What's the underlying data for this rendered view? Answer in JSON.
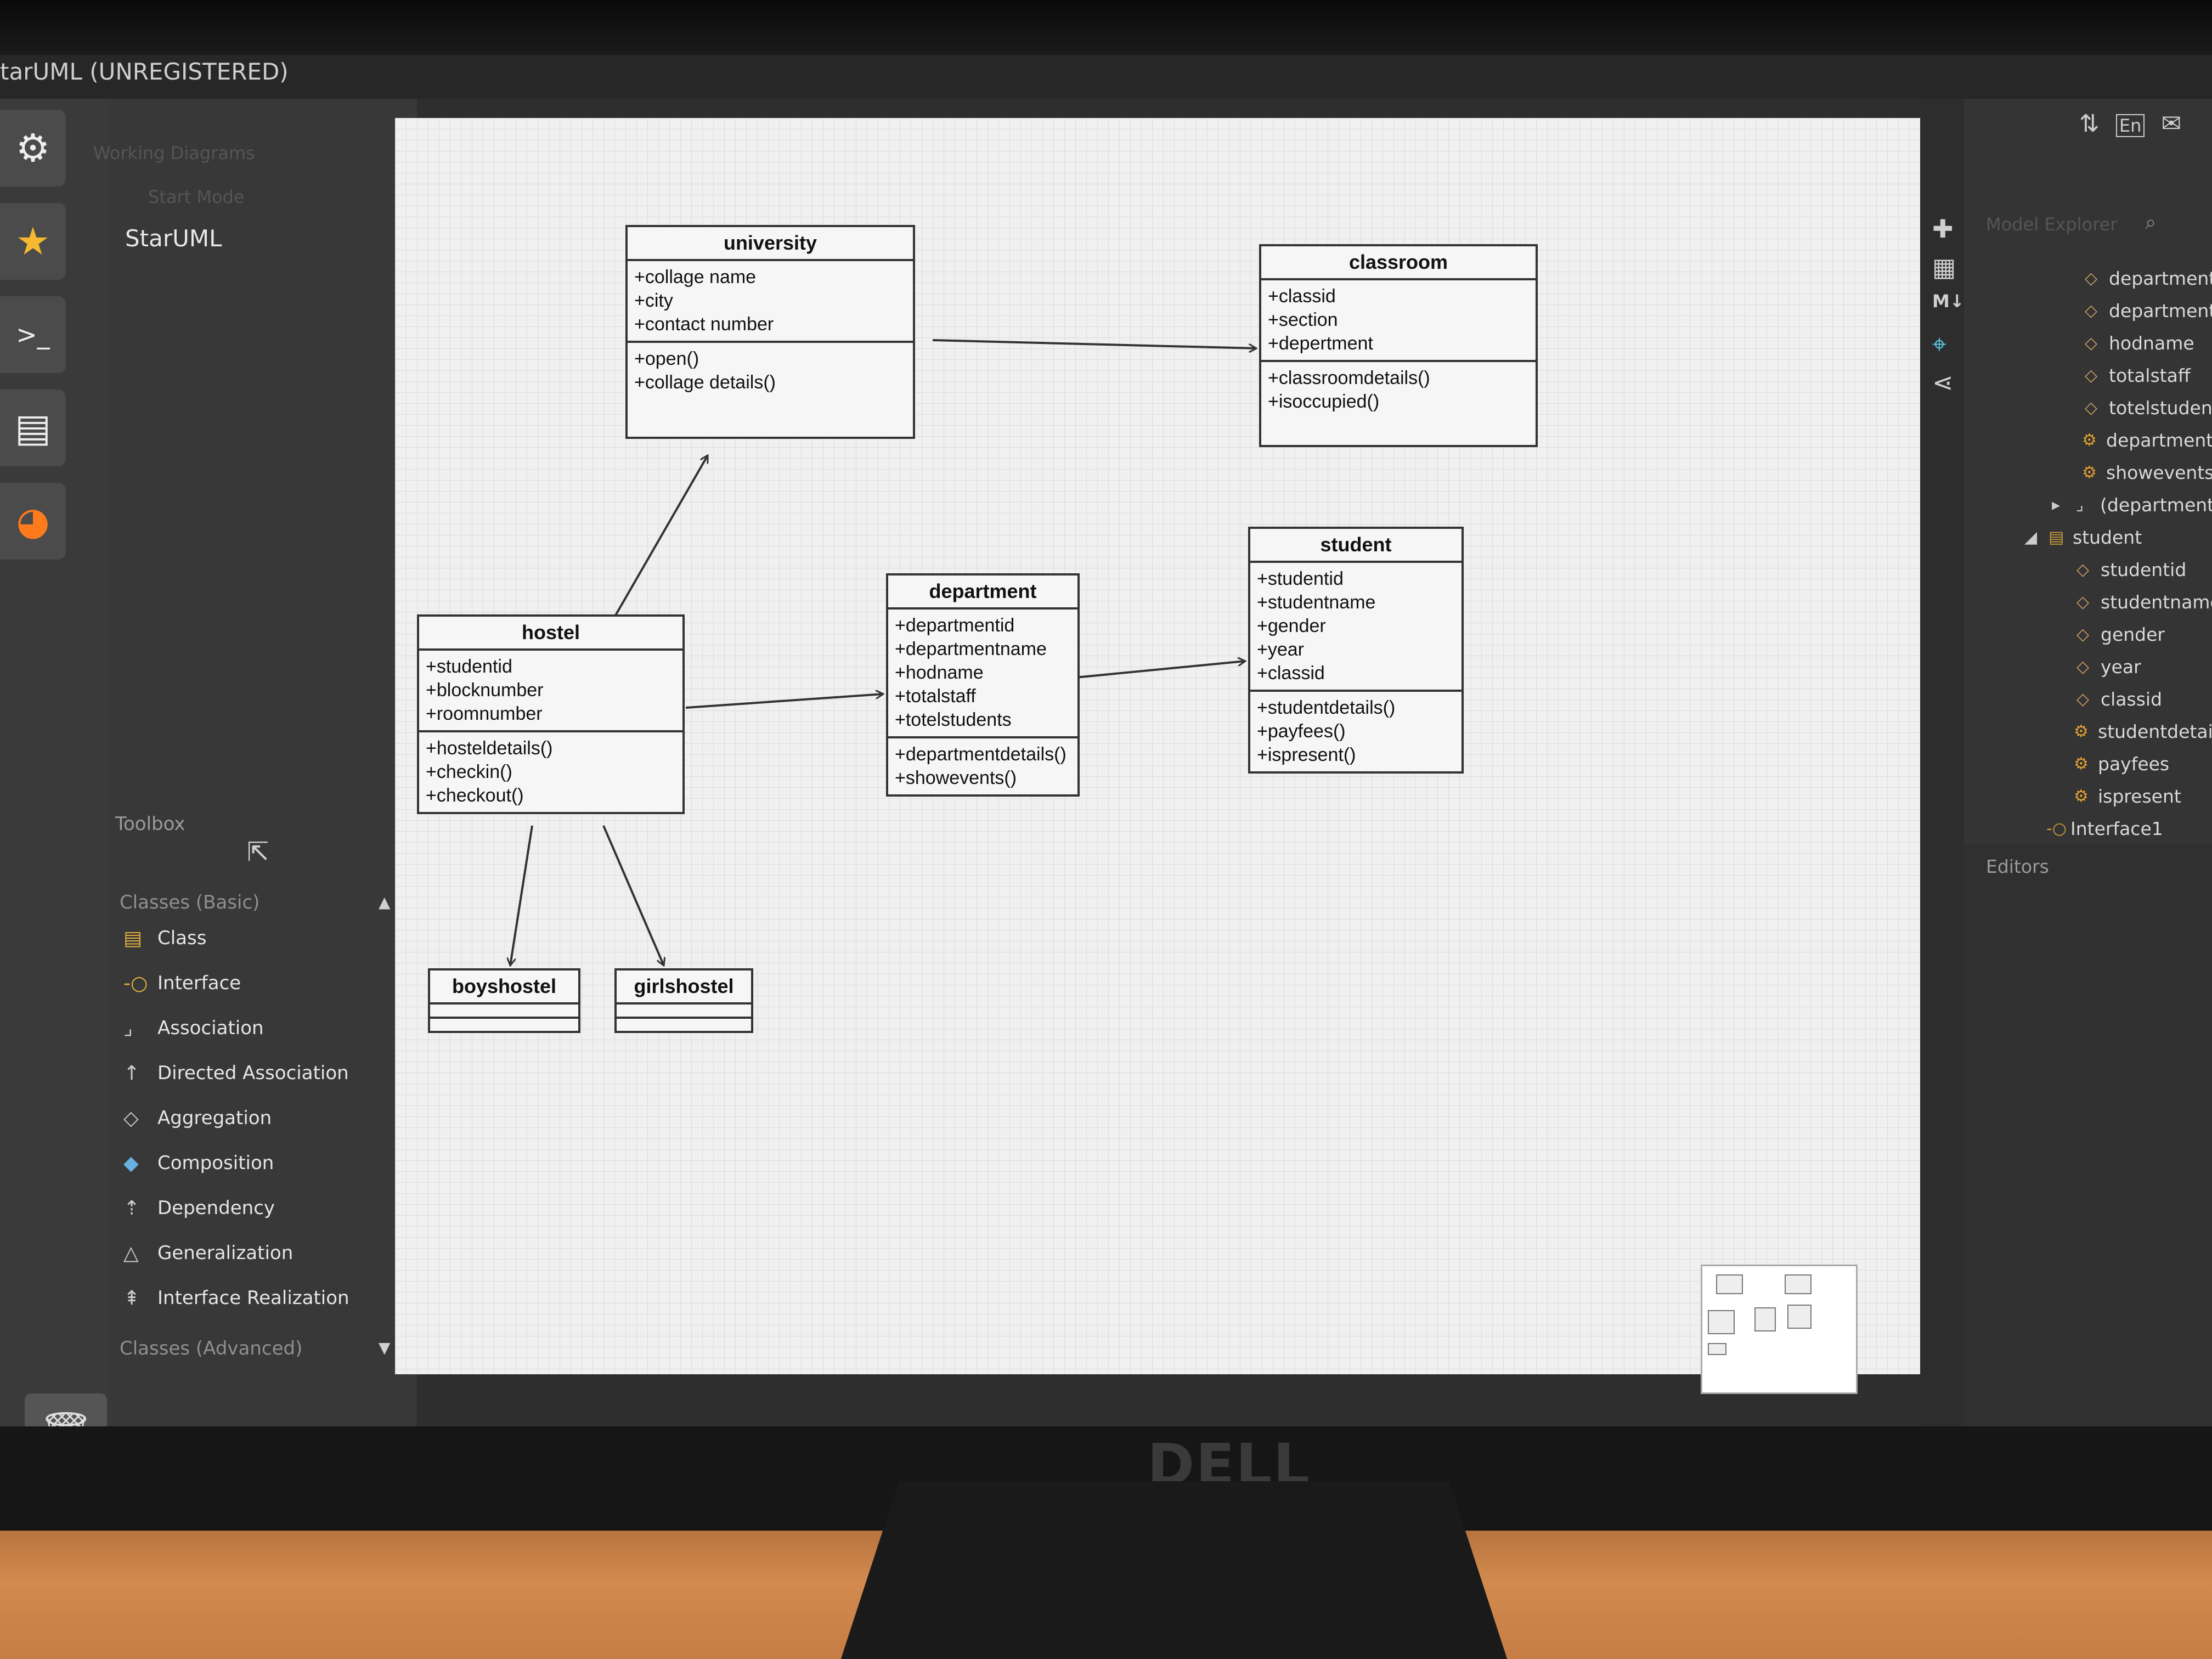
{
  "window": {
    "title": "tarUML (UNREGISTERED)"
  },
  "launcher": {
    "tooltip": "StarUML",
    "icons": [
      "ubuntu-settings-icon",
      "staruml-icon",
      "terminal-icon",
      "file-cabinet-icon",
      "firefox-icon",
      "trash-icon"
    ]
  },
  "left_panel": {
    "working_diagrams_label": "Working Diagrams",
    "start_label": "Start Mode",
    "toolbox_label": "Toolbox",
    "sections": [
      {
        "label": "Classes (Basic)",
        "expanded": true,
        "items": [
          {
            "label": "Class",
            "icon": "class-icon"
          },
          {
            "label": "Interface",
            "icon": "interface-icon"
          },
          {
            "label": "Association",
            "icon": "association-icon"
          },
          {
            "label": "Directed Association",
            "icon": "directed-association-icon"
          },
          {
            "label": "Aggregation",
            "icon": "aggregation-icon"
          },
          {
            "label": "Composition",
            "icon": "composition-icon"
          },
          {
            "label": "Dependency",
            "icon": "dependency-icon"
          },
          {
            "label": "Generalization",
            "icon": "generalization-icon"
          },
          {
            "label": "Interface Realization",
            "icon": "interface-realization-icon"
          }
        ]
      },
      {
        "label": "Classes (Advanced)",
        "expanded": false
      }
    ]
  },
  "diagram": {
    "classes": {
      "university": {
        "name": "university",
        "attributes": [
          "+collage name",
          "+city",
          "+contact number"
        ],
        "operations": [
          "+open()",
          "+collage details()"
        ]
      },
      "classroom": {
        "name": "classroom",
        "attributes": [
          "+classid",
          "+section",
          "+depertment"
        ],
        "operations": [
          "+classroomdetails()",
          "+isoccupied()"
        ]
      },
      "hostel": {
        "name": "hostel",
        "attributes": [
          "+studentid",
          "+blocknumber",
          "+roomnumber"
        ],
        "operations": [
          "+hosteldetails()",
          "+checkin()",
          "+checkout()"
        ]
      },
      "department": {
        "name": "department",
        "attributes": [
          "+departmentid",
          "+departmentname",
          "+hodname",
          "+totalstaff",
          "+totelstudents"
        ],
        "operations": [
          "+departmentdetails()",
          "+showevents()"
        ]
      },
      "student": {
        "name": "student",
        "attributes": [
          "+studentid",
          "+studentname",
          "+gender",
          "+year",
          "+classid"
        ],
        "operations": [
          "+studentdetails()",
          "+payfees()",
          "+ispresent()"
        ]
      },
      "boyshostel": {
        "name": "boyshostel",
        "attributes": [],
        "operations": []
      },
      "girlshostel": {
        "name": "girlshostel",
        "attributes": [],
        "operations": []
      }
    },
    "associations": [
      {
        "from": "university",
        "to": "classroom"
      },
      {
        "from": "hostel",
        "to": "university"
      },
      {
        "from": "hostel",
        "to": "department"
      },
      {
        "from": "department",
        "to": "student"
      },
      {
        "from": "hostel",
        "to": "boyshostel"
      },
      {
        "from": "hostel",
        "to": "girlshostel"
      }
    ]
  },
  "right_toolbar": {
    "icons": [
      "extension-puzzle-icon",
      "layout-grid-icon",
      "markdown-icon",
      "crosshair-icon",
      "share-graph-icon"
    ]
  },
  "top_right_icons": [
    "sort-arrows-icon",
    "language-en-icon",
    "mail-icon"
  ],
  "top_right_language": "En",
  "model_explorer": {
    "title": "Model Explorer",
    "items": [
      {
        "label": "departmentid",
        "kind": "attr"
      },
      {
        "label": "departmentname",
        "kind": "attr"
      },
      {
        "label": "hodname",
        "kind": "attr"
      },
      {
        "label": "totalstaff",
        "kind": "attr"
      },
      {
        "label": "totelstudents",
        "kind": "attr"
      },
      {
        "label": "departmentdetails",
        "kind": "op"
      },
      {
        "label": "showevents",
        "kind": "op"
      },
      {
        "label": "(department—",
        "kind": "assoc"
      },
      {
        "label": "student",
        "kind": "class"
      },
      {
        "label": "studentid",
        "kind": "attr"
      },
      {
        "label": "studentname",
        "kind": "attr"
      },
      {
        "label": "gender",
        "kind": "attr"
      },
      {
        "label": "year",
        "kind": "attr"
      },
      {
        "label": "classid",
        "kind": "attr"
      },
      {
        "label": "studentdetails",
        "kind": "op"
      },
      {
        "label": "payfees",
        "kind": "op"
      },
      {
        "label": "ispresent",
        "kind": "op"
      },
      {
        "label": "Interface1",
        "kind": "interface"
      }
    ]
  },
  "editors_label": "Editors",
  "monitor_brand": "DELL",
  "colors": {
    "canvas": "#f0f0f0",
    "panel": "#383838",
    "accent": "#e0b040"
  }
}
